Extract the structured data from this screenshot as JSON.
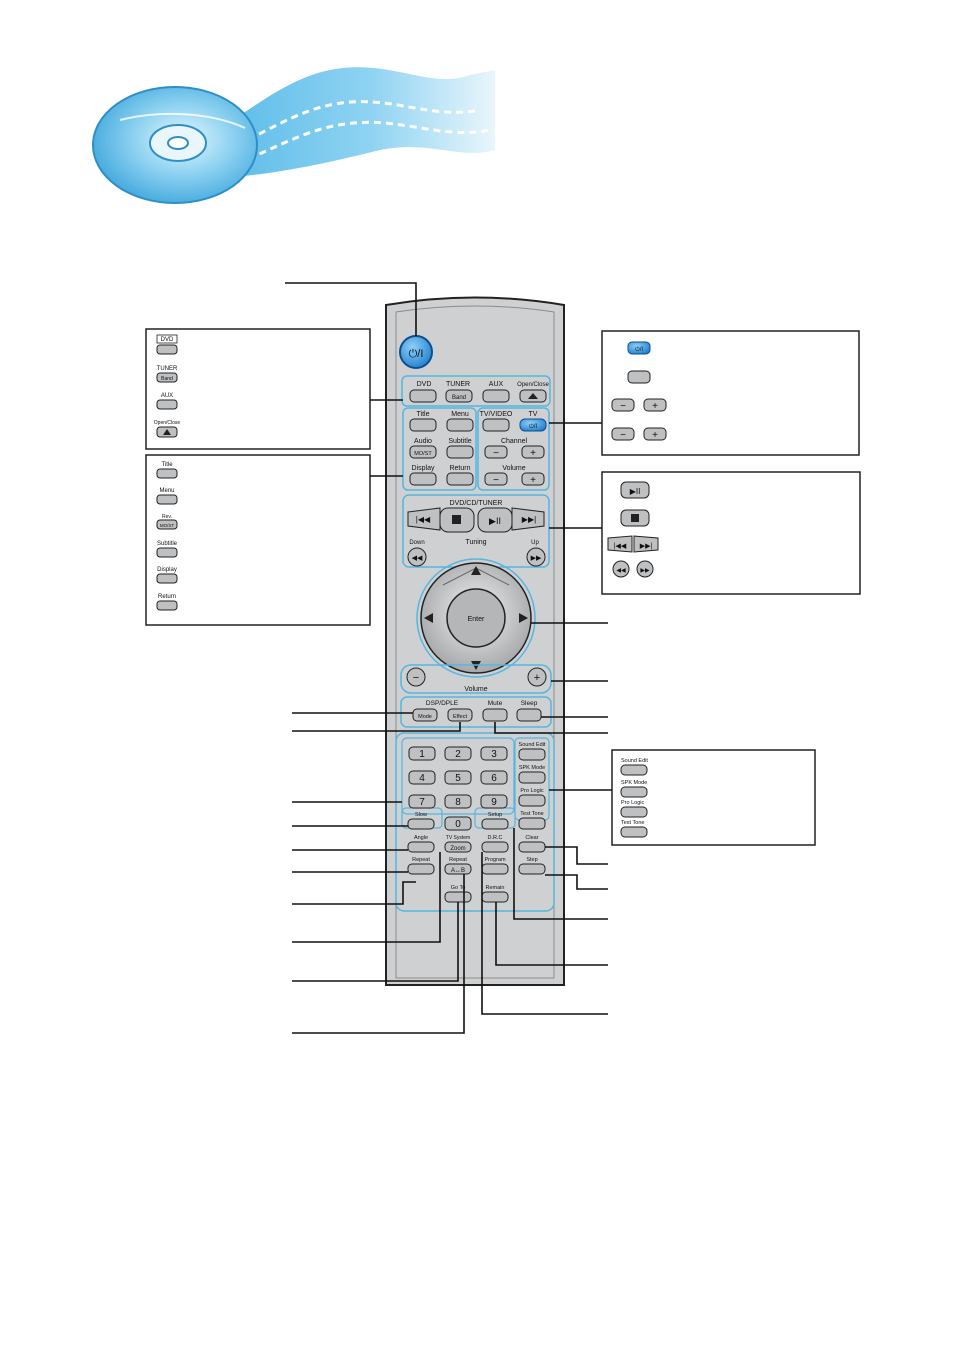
{
  "colors": {
    "remote_body": "#cfd0d2",
    "remote_outline": "#222222",
    "accent_blue": "#2f8fd8",
    "panel_line": "#55b6e0",
    "cd_light": "#b9e3f5",
    "cd_mid": "#59b8e4",
    "film_blue": "#5cc0ea"
  },
  "power_label": "⏻/I",
  "source_row": {
    "dvd": "DVD",
    "tuner": "TUNER",
    "band": "Band",
    "aux": "AUX",
    "open_close": "Open/Close"
  },
  "menu_block": {
    "title": "Title",
    "menu": "Menu",
    "audio": "Audio",
    "mo_st": "MO/ST",
    "subtitle": "Subtitle",
    "display": "Display",
    "return": "Return"
  },
  "tv_block": {
    "tv_video": "TV/VIDEO",
    "tv": "TV",
    "channel": "Channel",
    "volume": "Volume",
    "minus": "−",
    "plus": "+"
  },
  "transport": {
    "header": "DVD/CD/TUNER",
    "down": "Down",
    "tuning": "Tuning",
    "up": "Up"
  },
  "nav": {
    "enter": "Enter",
    "volume": "Volume"
  },
  "dsp_row": {
    "dsp_label": "DSP/DPLE",
    "mode": "Mode",
    "effect": "Effect",
    "mute": "Mute",
    "sleep": "Sleep"
  },
  "numpad": {
    "keys": [
      "1",
      "2",
      "3",
      "4",
      "5",
      "6",
      "7",
      "8",
      "9",
      "0"
    ],
    "sound_edit": "Sound Edit",
    "spk_mode": "SPK Mode",
    "pro_logic": "Pro Logic",
    "test_tone": "Test Tone",
    "slow": "Slow",
    "setup": "Setup",
    "angle": "Angle",
    "tv_system": "TV System",
    "zoom": "Zoom",
    "drc": "D.R.C",
    "clear": "Clear",
    "repeat": "Repeat",
    "repeat2": "Repeat",
    "ab": "A↔B",
    "program": "Program",
    "step": "Step",
    "go_to": "Go To",
    "remain": "Remain"
  },
  "callout_left_top": {
    "dvd": "DVD",
    "tuner": "TUNER",
    "band": "Band",
    "aux": "AUX",
    "open_close": "Open/Close"
  },
  "callout_left_mid": {
    "title": "Title",
    "menu": "Menu",
    "rev": "Rev.",
    "mo_st": "MO/ST",
    "subtitle": "Subtitle",
    "display": "Display",
    "return": "Return"
  },
  "callout_right_sound": {
    "sound_edit": "Sound Edit",
    "spk_mode": "SPK Mode",
    "pro_logic": "Pro Logic",
    "test_tone": "Test Tone"
  }
}
